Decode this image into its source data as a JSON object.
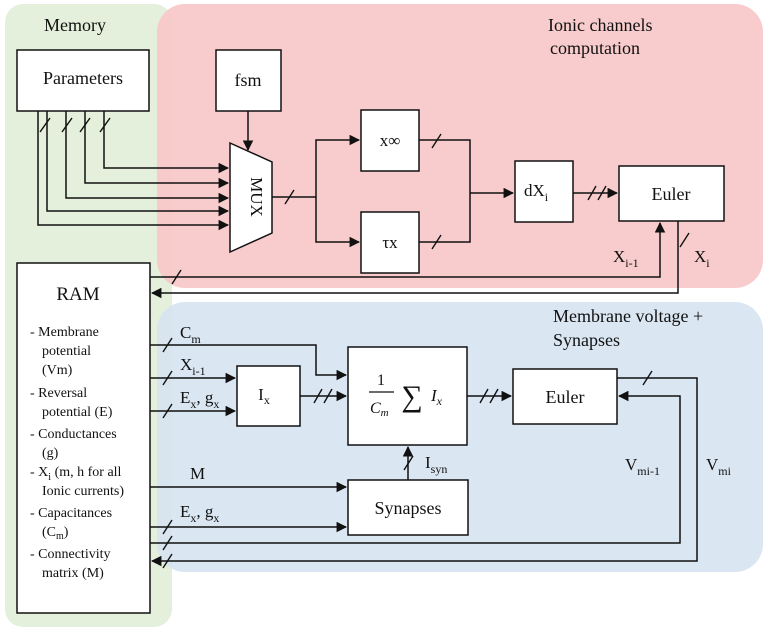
{
  "regions": {
    "memory": "Memory",
    "ionic_line1": "Ionic channels",
    "ionic_line2": "computation",
    "membrane_line1": "Membrane voltage +",
    "membrane_line2": "Synapses"
  },
  "blocks": {
    "parameters": "Parameters",
    "fsm": "fsm",
    "mux": "MUX",
    "x_inf": "x∞",
    "tau_x": "τx",
    "dxi_main": "dX",
    "dxi_sub": "i",
    "euler_ionic": "Euler",
    "ram": "RAM",
    "ix_main": "I",
    "ix_sub": "x",
    "sum_one": "1",
    "sum_c": "C",
    "sum_c_sub": "m",
    "sum_sigma": "∑",
    "sum_i": "I",
    "sum_i_sub": "x",
    "euler_mem": "Euler",
    "synapses": "Synapses"
  },
  "ram_items": [
    "- Membrane",
    "potential",
    "(Vm)",
    "- Reversal",
    "potential (E)",
    "- Conductances",
    "(g)",
    "- X",
    "i",
    " (m, h for all",
    "Ionic currents)",
    "- Capacitances",
    "(C",
    "m",
    ")",
    "- Connectivity",
    "matrix (M)"
  ],
  "signals": {
    "xi_minus1_top_main": "X",
    "xi_minus1_top_sub": "i-1",
    "xi_top_main": "X",
    "xi_top_sub": "i",
    "cm_main": "C",
    "cm_sub": "m",
    "xi_minus1_mid_main": "X",
    "xi_minus1_mid_sub": "i-1",
    "ex_gx_1": "E",
    "ex_gx_1_sub1": "x",
    "ex_gx_1_comma": ", g",
    "ex_gx_1_sub2": "x",
    "m_label": "M",
    "ex_gx_2": "E",
    "ex_gx_2_sub1": "x",
    "ex_gx_2_comma": ", g",
    "ex_gx_2_sub2": "x",
    "isyn_main": "I",
    "isyn_sub": "syn",
    "vmi1_main": "V",
    "vmi1_sub": "mi-1",
    "vmi_main": "V",
    "vmi_sub": "mi"
  },
  "colors": {
    "memory_fill": "#e3efd9",
    "ionic_fill": "#f7c6c6",
    "membrane_fill": "#d6e3f1",
    "line": "#111111"
  }
}
